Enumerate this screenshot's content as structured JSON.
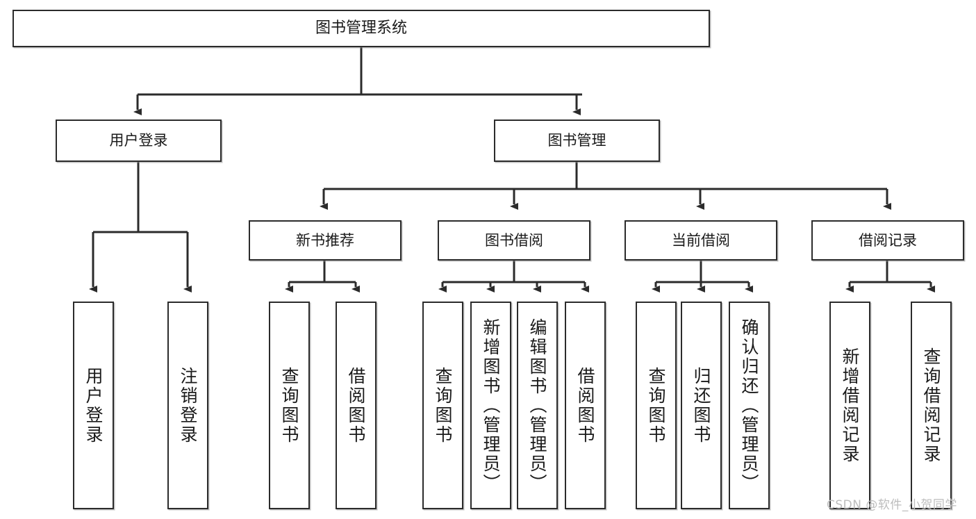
{
  "diagram": {
    "title": "图书管理系统",
    "type": "tree-hierarchy-chart",
    "background_color": "#ffffff",
    "line_color": "#2b2b2b",
    "text_color": "#1a1a1a"
  },
  "nodes": {
    "root": {
      "label": "图书管理系统"
    },
    "level2": [
      {
        "label": "用户登录"
      },
      {
        "label": "图书管理"
      }
    ],
    "level3": [
      {
        "label": "新书推荐"
      },
      {
        "label": "图书借阅"
      },
      {
        "label": "当前借阅"
      },
      {
        "label": "借阅记录"
      }
    ],
    "leaves_user_login": [
      {
        "label": "用户登录"
      },
      {
        "label": "注销登录"
      }
    ],
    "leaves_new_book": [
      {
        "label": "查询图书"
      },
      {
        "label": "借阅图书"
      }
    ],
    "leaves_borrow": [
      {
        "label": "查询图书"
      },
      {
        "label": "新增图书（管理员）"
      },
      {
        "label": "编辑图书（管理员）"
      },
      {
        "label": "借阅图书"
      }
    ],
    "leaves_current": [
      {
        "label": "查询图书"
      },
      {
        "label": "归还图书"
      },
      {
        "label": "确认归还（管理员）"
      }
    ],
    "leaves_records": [
      {
        "label": "新增借阅记录"
      },
      {
        "label": "查询借阅记录"
      }
    ]
  },
  "watermark": {
    "text": "CSDN @软件_小贺同学"
  }
}
